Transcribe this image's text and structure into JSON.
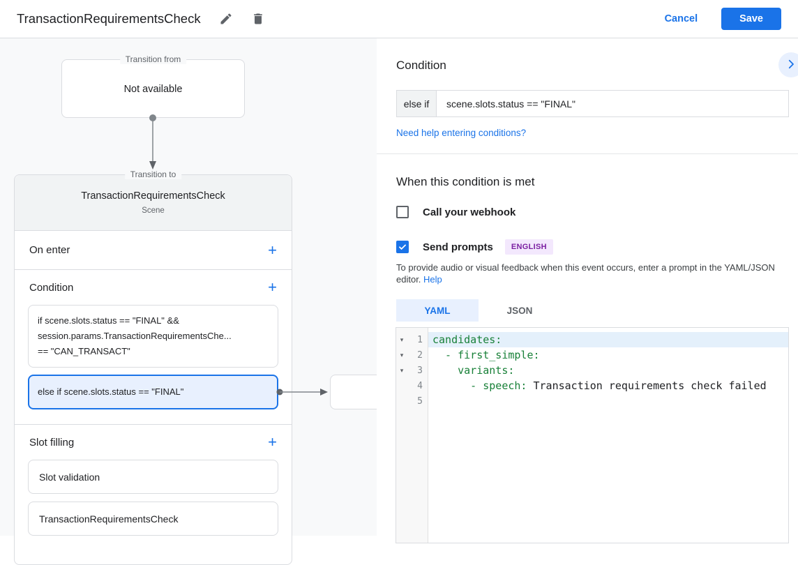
{
  "topbar": {
    "title": "TransactionRequirementsCheck",
    "cancel_label": "Cancel",
    "save_label": "Save"
  },
  "canvas": {
    "transition_from": {
      "frame_label": "Transition from",
      "content": "Not available"
    },
    "scene": {
      "frame_label": "Transition to",
      "name": "TransactionRequirementsCheck",
      "type_label": "Scene",
      "on_enter_label": "On enter",
      "condition_label": "Condition",
      "conditions": [
        {
          "text": "if scene.slots.status == \"FINAL\" &&\nsession.params.TransactionRequirementsChe...\n== \"CAN_TRANSACT\"",
          "selected": false
        },
        {
          "text": "else if scene.slots.status == \"FINAL\"",
          "selected": true
        }
      ],
      "slot_filling_label": "Slot filling",
      "slots": [
        {
          "name": "Slot validation"
        },
        {
          "name": "TransactionRequirementsCheck"
        }
      ]
    }
  },
  "panel": {
    "title": "Condition",
    "condition": {
      "prefix": "else if",
      "value": "scene.slots.status == \"FINAL\""
    },
    "help_link": "Need help entering conditions?",
    "when_met": {
      "title": "When this condition is met",
      "webhook_label": "Call your webhook",
      "webhook_checked": false,
      "prompts_label": "Send prompts",
      "prompts_checked": true,
      "language_badge": "ENGLISH",
      "hint": "To provide audio or visual feedback when this event occurs, enter a prompt in the YAML/JSON editor.",
      "hint_help_label": "Help"
    },
    "tabs": [
      {
        "label": "YAML",
        "active": true
      },
      {
        "label": "JSON",
        "active": false
      }
    ],
    "editor": {
      "active_line": 1,
      "lines": [
        {
          "num": 1,
          "fold": true,
          "tokens": [
            {
              "text": "candidates:",
              "type": "key"
            }
          ]
        },
        {
          "num": 2,
          "fold": true,
          "tokens": [
            {
              "text": "  - first_simple:",
              "type": "key"
            }
          ]
        },
        {
          "num": 3,
          "fold": true,
          "tokens": [
            {
              "text": "    variants:",
              "type": "key"
            }
          ]
        },
        {
          "num": 4,
          "fold": false,
          "tokens": [
            {
              "text": "      - speech:",
              "type": "key"
            },
            {
              "text": " Transaction requirements check failed",
              "type": "plain"
            }
          ]
        },
        {
          "num": 5,
          "fold": false,
          "tokens": []
        }
      ]
    }
  },
  "colors": {
    "accent": "#1a73e8",
    "selection_bg": "#e8f0fe",
    "selected_condition_border": "#1a73e8",
    "yaml_key_green": "#188038",
    "badge_bg": "#f3e8fd",
    "badge_text": "#7b1fa2",
    "canvas_bg": "#f8f9fa",
    "border": "#dadce0"
  }
}
